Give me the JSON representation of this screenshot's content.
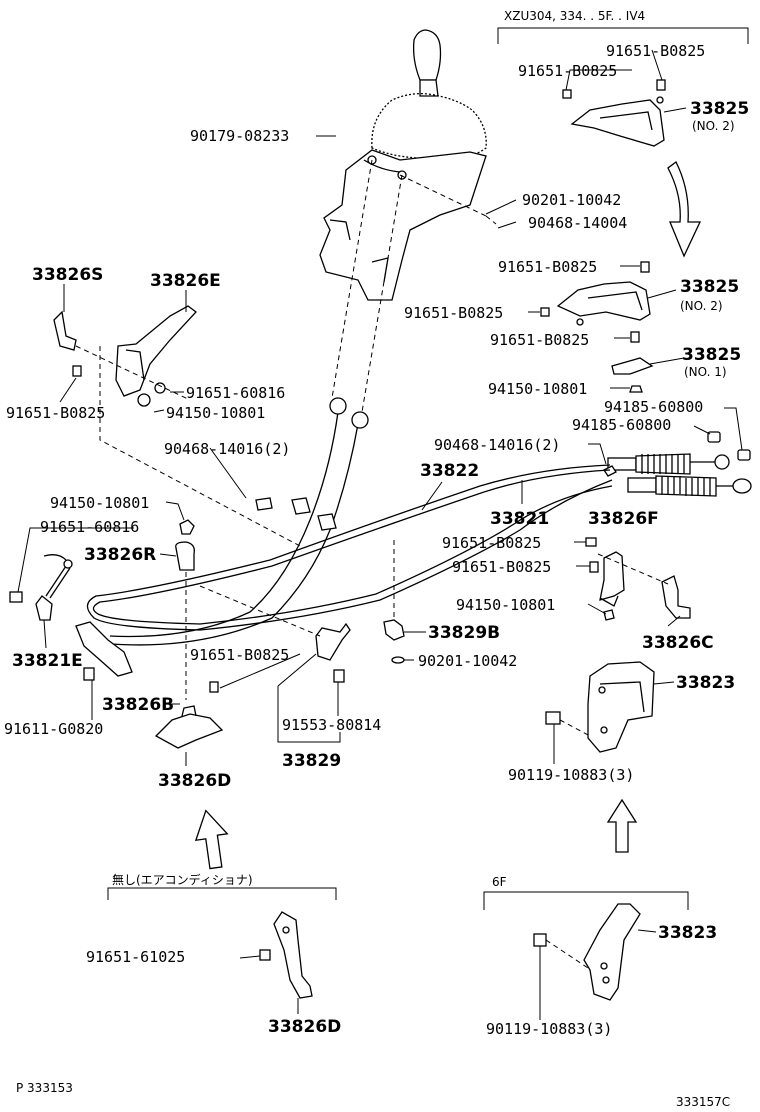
{
  "labels": {
    "variant_note": "XZU304, 334. . 5F. . IV4",
    "bolt_a1": "91651-B0825",
    "bolt_a2": "91651-B0825",
    "bracket_no2_top": "33825",
    "bracket_no2_top_sub": "(NO. 2)",
    "nut_90179": "90179-08233",
    "washer_90201_top": "90201-10042",
    "clip_90468_top": "90468-14004",
    "bolt_b1": "91651-B0825",
    "bracket_no2_mid": "33825",
    "bracket_no2_mid_sub": "(NO. 2)",
    "bolt_b2": "91651-B0825",
    "bolt_b3": "91651-B0825",
    "bracket_no1": "33825",
    "bracket_no1_sub": "(NO. 1)",
    "nut_94150_right": "94150-10801",
    "nut_94185_a": "94185-60800",
    "nut_94185_b": "94185-60800",
    "clip_90468_2_right": "90468-14016(2)",
    "cable_33822": "33822",
    "cable_33821": "33821",
    "bracket_33826S": "33826S",
    "bracket_33826E": "33826E",
    "bolt_60816_top": "91651-60816",
    "nut_94150_top": "94150-10801",
    "bolt_b0825_left": "91651-B0825",
    "clip_90468_2_left": "90468-14016(2)",
    "nut_94150_left": "94150-10801",
    "bolt_60816_left": "91651-60816",
    "clamp_33826R": "33826R",
    "part_33821E": "33821E",
    "bolt_g0820": "91611-G0820",
    "bracket_33826B": "33826B",
    "bolt_b0825_center": "91651-B0825",
    "bracket_33826D": "33826D",
    "bolt_b0825_r1": "91651-B0825",
    "bracket_33826F": "33826F",
    "bolt_b0825_r2": "91651-B0825",
    "nut_94150_mid": "94150-10801",
    "bracket_33826C": "33826C",
    "clamp_33829B": "33829B",
    "washer_90201_mid": "90201-10042",
    "bracket_33823_a": "33823",
    "bolt_10883_a": "90119-10883(3)",
    "screw_80814": "91553-80814",
    "clamp_33829": "33829",
    "variant_no_ac": "無し(エアコンディショナ)",
    "bolt_61025": "91651-61025",
    "bracket_33826D_alt": "33826D",
    "variant_6f": "6F",
    "bracket_33823_b": "33823",
    "bolt_10883_b": "90119-10883(3)",
    "page_ref": "P 333153",
    "figure_ref": "333157C"
  },
  "icons": {
    "shift_lever": "shift-lever-icon",
    "flow_arrow": "flow-arrow-icon"
  }
}
